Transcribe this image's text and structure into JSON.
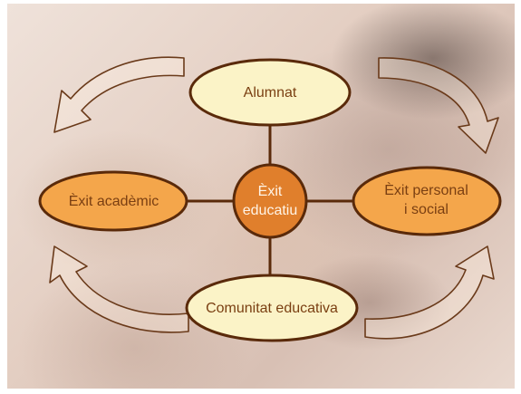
{
  "diagram": {
    "top_node": "Alumnat",
    "left_node": "Èxit acadèmic",
    "right_node": "Èxit personal\ni social",
    "center_node": "Èxit\neducatiu",
    "bottom_node": "Comunitat educativa"
  },
  "colors": {
    "node_fill": "#fbf3c7",
    "node_border": "#5a2a0a",
    "side_fill": "#f4a64b",
    "center_fill": "#e07f2c",
    "connector": "#5a2a0a",
    "text": "#7a3f12"
  },
  "icons": [
    "curved-arrow-icon"
  ]
}
